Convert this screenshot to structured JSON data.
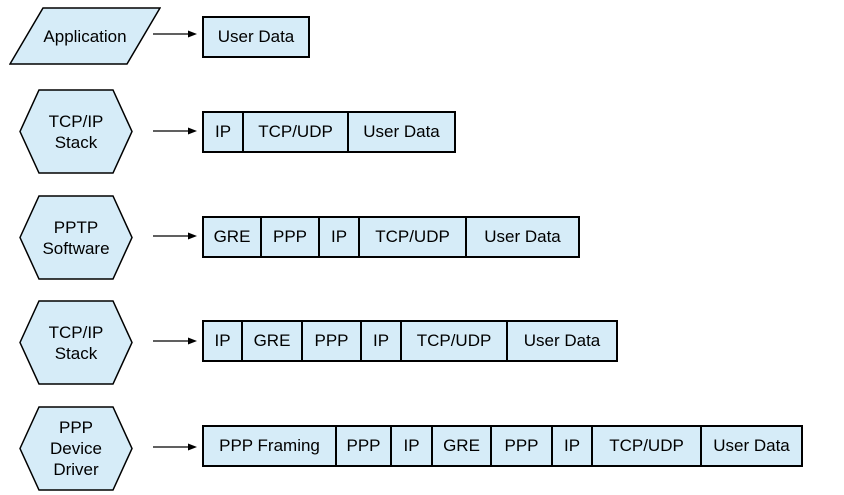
{
  "colors": {
    "shape_fill": "#d6ecf8",
    "line": "#000000",
    "background": "#ffffff",
    "text": "#000000"
  },
  "rows": [
    {
      "source": {
        "shape": "parallelogram",
        "label": "Application"
      },
      "segments": [
        {
          "label": "User Data"
        }
      ]
    },
    {
      "source": {
        "shape": "hexagon",
        "label": "TCP/IP\nStack"
      },
      "segments": [
        {
          "label": "IP"
        },
        {
          "label": "TCP/UDP"
        },
        {
          "label": "User Data"
        }
      ]
    },
    {
      "source": {
        "shape": "hexagon",
        "label": "PPTP\nSoftware"
      },
      "segments": [
        {
          "label": "GRE"
        },
        {
          "label": "PPP"
        },
        {
          "label": "IP"
        },
        {
          "label": "TCP/UDP"
        },
        {
          "label": "User Data"
        }
      ]
    },
    {
      "source": {
        "shape": "hexagon",
        "label": "TCP/IP\nStack"
      },
      "segments": [
        {
          "label": "IP"
        },
        {
          "label": "GRE"
        },
        {
          "label": "PPP"
        },
        {
          "label": "IP"
        },
        {
          "label": "TCP/UDP"
        },
        {
          "label": "User Data"
        }
      ]
    },
    {
      "source": {
        "shape": "hexagon",
        "label": "PPP\nDevice\nDriver"
      },
      "segments": [
        {
          "label": "PPP Framing"
        },
        {
          "label": "PPP"
        },
        {
          "label": "IP"
        },
        {
          "label": "GRE"
        },
        {
          "label": "PPP"
        },
        {
          "label": "IP"
        },
        {
          "label": "TCP/UDP"
        },
        {
          "label": "User Data"
        }
      ]
    }
  ]
}
